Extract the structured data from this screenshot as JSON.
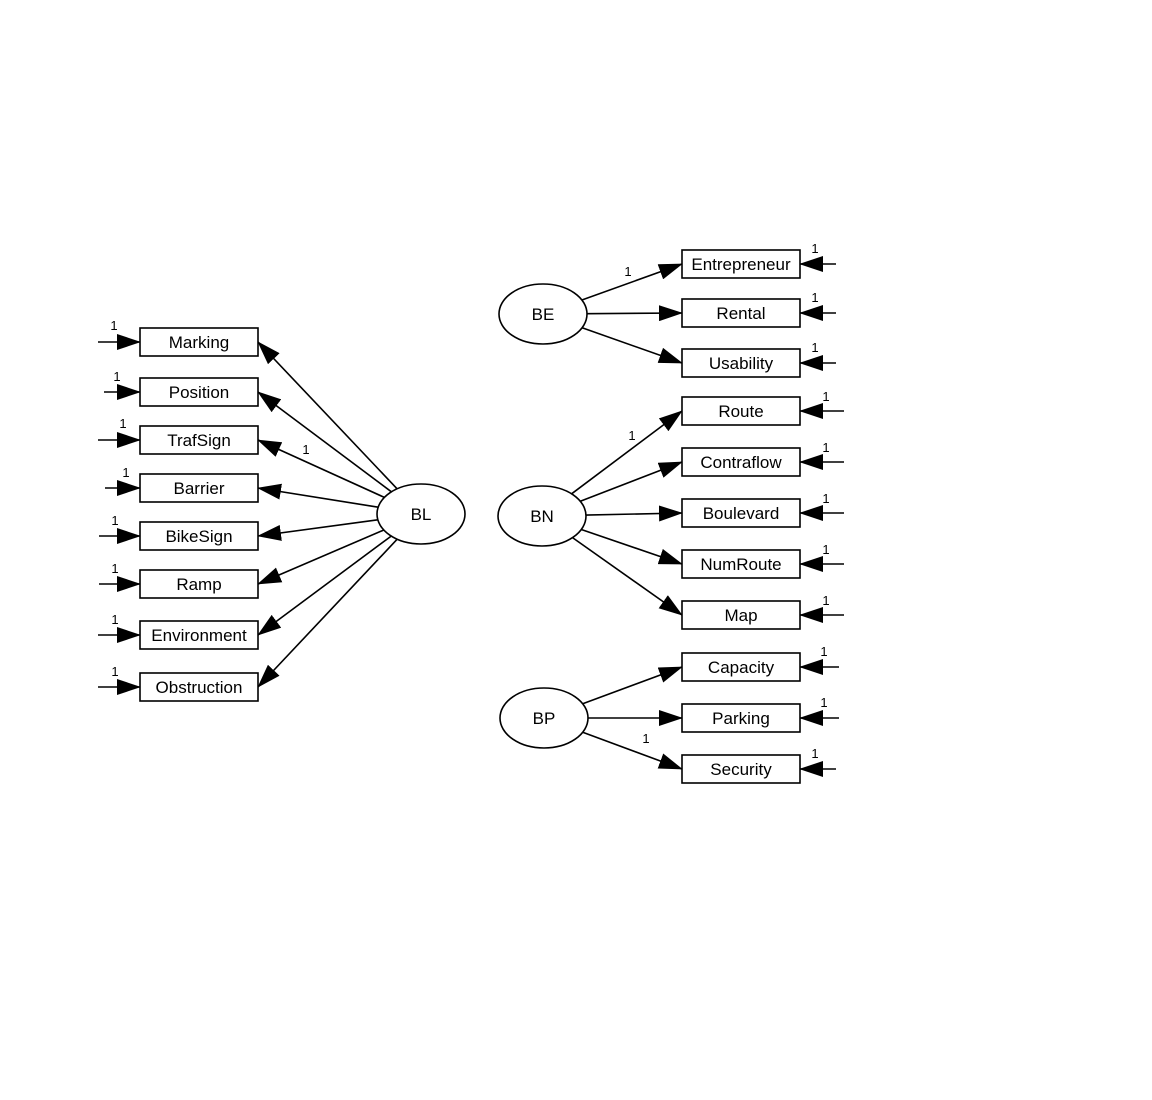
{
  "colors": {
    "stroke": "#000000",
    "background": "#ffffff"
  },
  "latents": [
    {
      "id": "BL",
      "label": "BL"
    },
    {
      "id": "BE",
      "label": "BE"
    },
    {
      "id": "BN",
      "label": "BN"
    },
    {
      "id": "BP",
      "label": "BP"
    }
  ],
  "indicators": [
    {
      "label": "Marking",
      "factor": "BL",
      "error_weight": "1",
      "loading": ""
    },
    {
      "label": "Position",
      "factor": "BL",
      "error_weight": "1",
      "loading": ""
    },
    {
      "label": "TrafSign",
      "factor": "BL",
      "error_weight": "1",
      "loading": "1"
    },
    {
      "label": "Barrier",
      "factor": "BL",
      "error_weight": "1",
      "loading": ""
    },
    {
      "label": "BikeSign",
      "factor": "BL",
      "error_weight": "1",
      "loading": ""
    },
    {
      "label": "Ramp",
      "factor": "BL",
      "error_weight": "1",
      "loading": ""
    },
    {
      "label": "Environment",
      "factor": "BL",
      "error_weight": "1",
      "loading": ""
    },
    {
      "label": "Obstruction",
      "factor": "BL",
      "error_weight": "1",
      "loading": ""
    },
    {
      "label": "Entrepreneur",
      "factor": "BE",
      "error_weight": "1",
      "loading": "1"
    },
    {
      "label": "Rental",
      "factor": "BE",
      "error_weight": "1",
      "loading": ""
    },
    {
      "label": "Usability",
      "factor": "BE",
      "error_weight": "1",
      "loading": ""
    },
    {
      "label": "Route",
      "factor": "BN",
      "error_weight": "1",
      "loading": "1"
    },
    {
      "label": "Contraflow",
      "factor": "BN",
      "error_weight": "1",
      "loading": ""
    },
    {
      "label": "Boulevard",
      "factor": "BN",
      "error_weight": "1",
      "loading": ""
    },
    {
      "label": "NumRoute",
      "factor": "BN",
      "error_weight": "1",
      "loading": ""
    },
    {
      "label": "Map",
      "factor": "BN",
      "error_weight": "1",
      "loading": ""
    },
    {
      "label": "Capacity",
      "factor": "BP",
      "error_weight": "1",
      "loading": ""
    },
    {
      "label": "Parking",
      "factor": "BP",
      "error_weight": "1",
      "loading": ""
    },
    {
      "label": "Security",
      "factor": "BP",
      "error_weight": "1",
      "loading": "1"
    }
  ]
}
